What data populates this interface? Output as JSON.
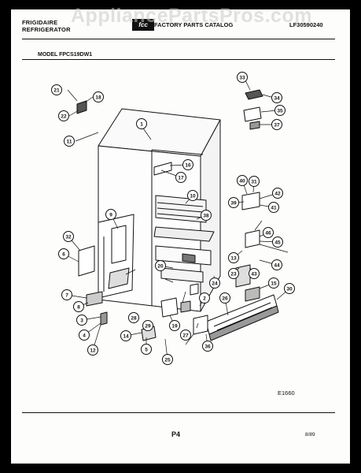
{
  "header": {
    "brand_line1": "FRIGIDAIRE",
    "brand_line2": "REFRIGERATOR",
    "logo_text": "fcc",
    "catalog_title": "FACTORY PARTS CATALOG",
    "catalog_number": "LF30590240",
    "watermark": "AppliancePartsPros.com"
  },
  "model_label": "MODEL FPCS19DW1",
  "diagram_code": "E1660",
  "page_label": "P4",
  "date": "8/89",
  "callouts": [
    "1",
    "2",
    "3",
    "4",
    "5",
    "6",
    "7",
    "8",
    "9",
    "10",
    "11",
    "12",
    "13",
    "14",
    "15",
    "16",
    "17",
    "18",
    "19",
    "20",
    "21",
    "22",
    "23",
    "24",
    "25",
    "26",
    "27",
    "28",
    "29",
    "30",
    "31",
    "32",
    "33",
    "34",
    "35",
    "36",
    "37",
    "38",
    "39",
    "40",
    "41",
    "42",
    "43",
    "44",
    "45",
    "46"
  ],
  "colors": {
    "ink": "#111111",
    "paper": "#fdfdfb",
    "border": "#000000",
    "watermark": "#c8c8c8"
  }
}
